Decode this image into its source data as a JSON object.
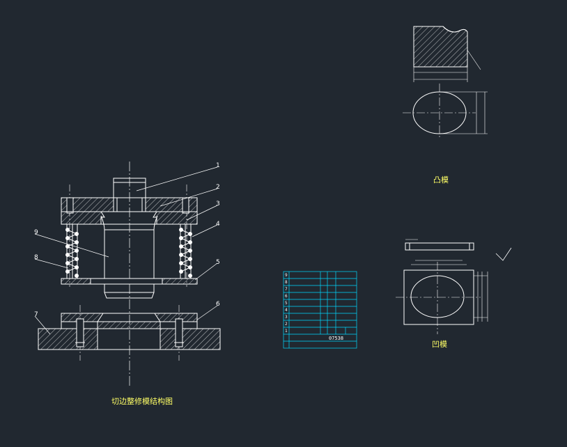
{
  "captions": {
    "main": "切边整修模结构图",
    "punch": "凸模",
    "die": "凹模"
  },
  "part_numbers": [
    "1",
    "2",
    "3",
    "4",
    "5",
    "6",
    "7",
    "8",
    "9"
  ],
  "bom": {
    "rows": [
      "9",
      "8",
      "7",
      "6",
      "5",
      "4",
      "3",
      "2",
      "1"
    ],
    "drawing_no": "07538"
  },
  "colors": {
    "background": "#212830",
    "outline": "#ffffff",
    "hatch": "#ffffff",
    "table_lines": "#00d8ff",
    "caption_text": "#ffff66"
  }
}
